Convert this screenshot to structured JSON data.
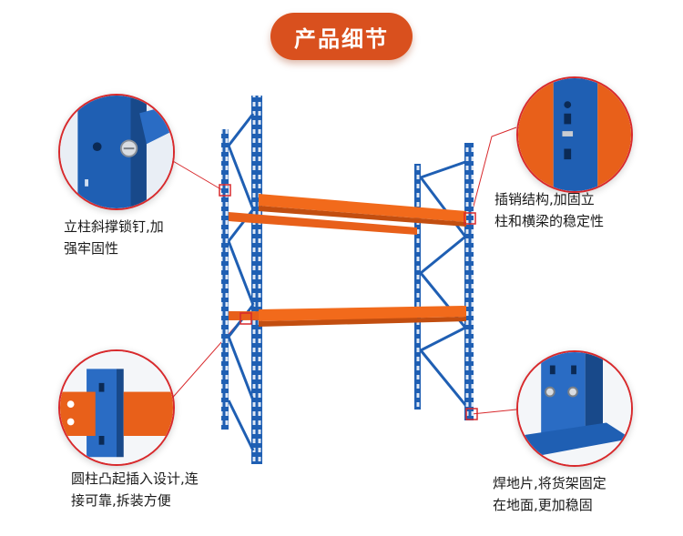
{
  "header": {
    "title": "产品细节"
  },
  "callouts": [
    {
      "line1": "立柱斜撑锁钉,加",
      "line2": "强牢固性"
    },
    {
      "line1": "插销结构,加固立",
      "line2": "柱和横梁的稳定性"
    },
    {
      "line1": "圆柱凸起插入设计,连",
      "line2": "接可靠,拆装方便"
    },
    {
      "line1": "焊地片,将货架固定",
      "line2": "在地面,更加稳固"
    }
  ],
  "colors": {
    "accent": "#d9501e",
    "callout_border": "#d8292c",
    "rack_blue": "#1f5fb3",
    "beam_orange": "#f26a1b"
  }
}
